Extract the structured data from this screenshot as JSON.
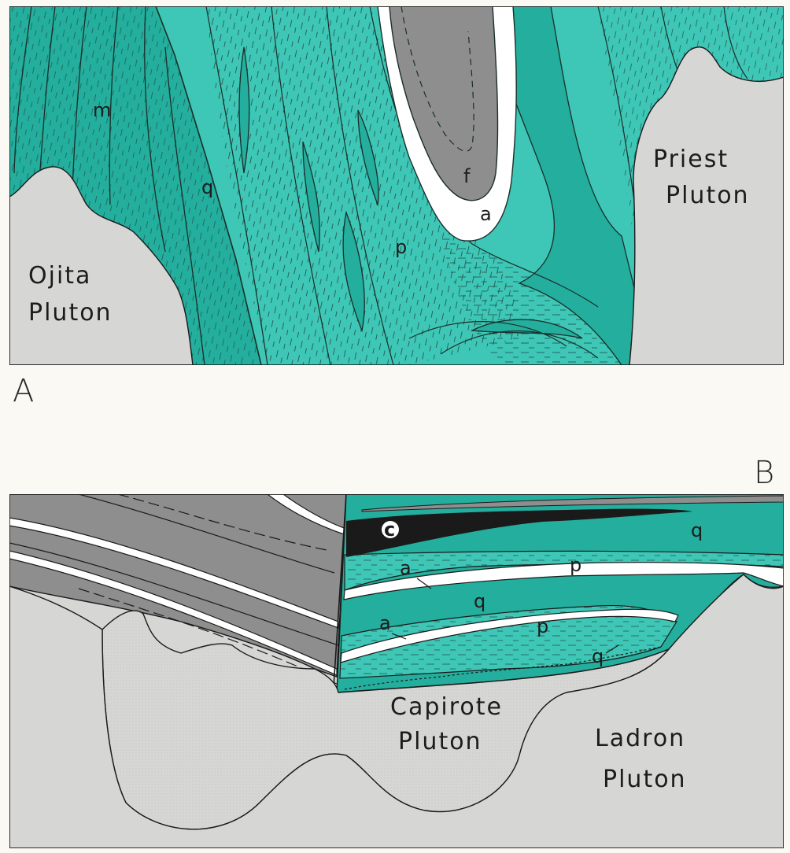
{
  "panel_a": {
    "label": "A",
    "plutons": {
      "ojita_line1": "Ojita",
      "ojita_line2": "Pluton",
      "priest_line1": "Priest",
      "priest_line2": "Pluton"
    },
    "units": {
      "m": "m",
      "q": "q",
      "p": "p",
      "f": "f",
      "a": "a"
    }
  },
  "panel_b": {
    "label": "B",
    "plutons": {
      "capirote_line1": "Capirote",
      "capirote_line2": "Pluton",
      "ladron_line1": "Ladron",
      "ladron_line2": "Pluton"
    },
    "units": {
      "c": "c",
      "q_top": "q",
      "a_upper": "a",
      "p_upper": "p",
      "q_mid": "q",
      "a_lower": "a",
      "p_lower": "p",
      "q_lower": "q"
    }
  },
  "colors": {
    "teal_dark": "#23ae9d",
    "teal_light": "#3ec7b6",
    "gray_dark": "#8e8e8e",
    "gray_light": "#d6d6d4",
    "black_layer": "#1a1a1a",
    "background": "#fbf9f3"
  }
}
